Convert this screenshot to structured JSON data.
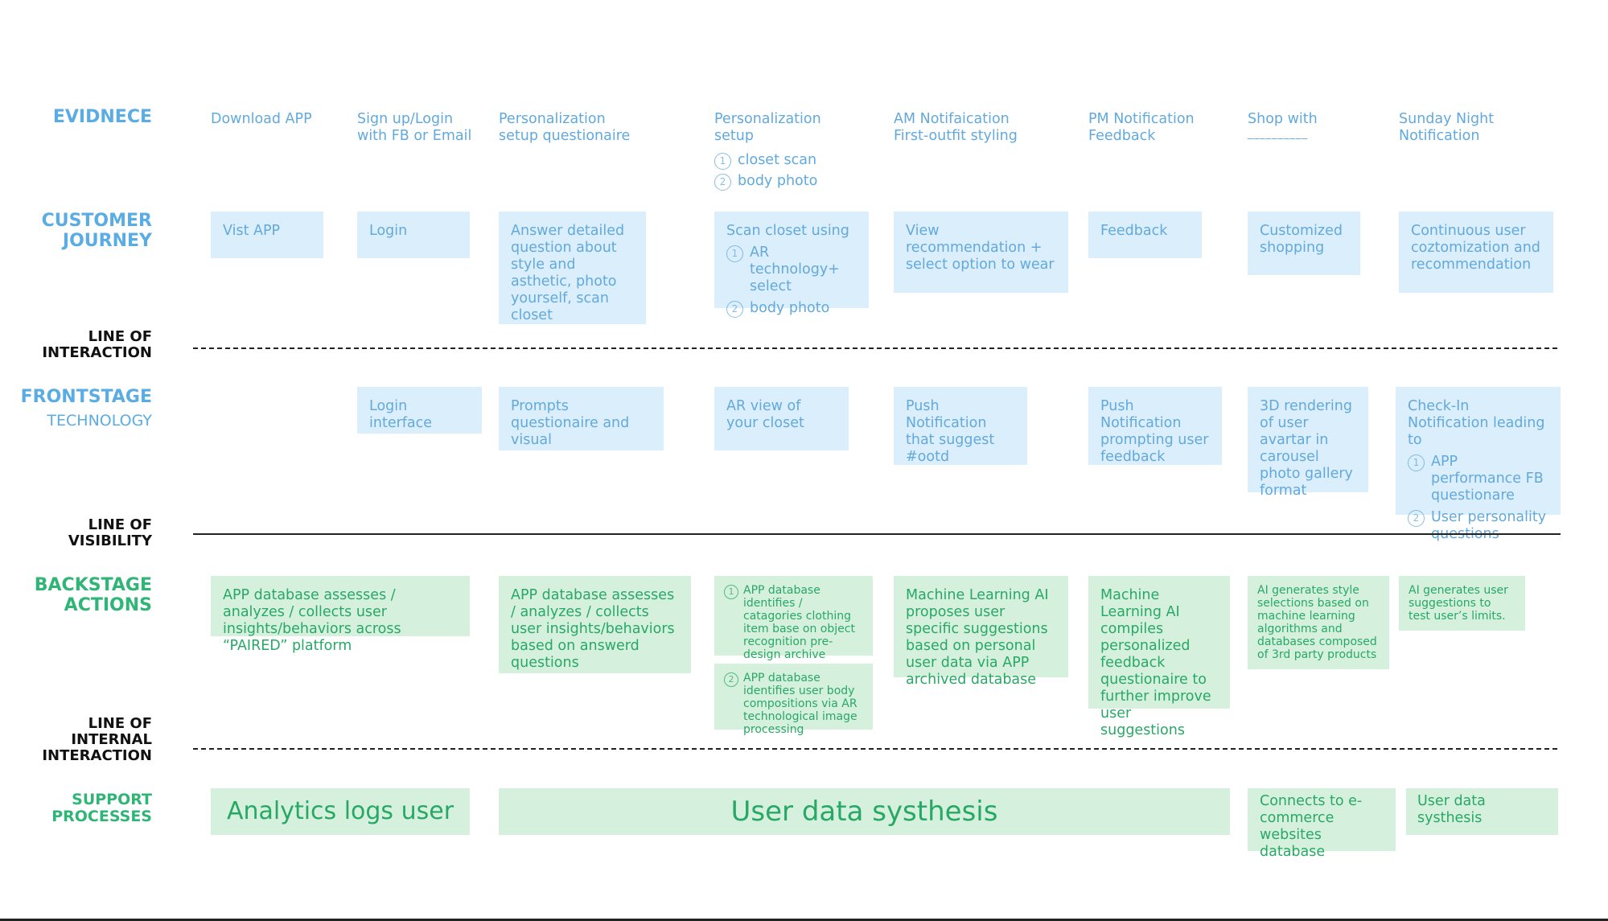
{
  "rows": {
    "evidence": "EVIDNECE",
    "customer_journey": [
      "CUSTOMER",
      "JOURNEY"
    ],
    "line_of_interaction": [
      "LINE OF",
      "INTERACTION"
    ],
    "frontstage": "FRONTSTAGE",
    "technology": "TECHNOLOGY",
    "line_of_visibility": [
      "LINE OF",
      "VISIBILITY"
    ],
    "backstage": [
      "BACKSTAGE",
      "ACTIONS"
    ],
    "line_of_internal": [
      "LINE OF",
      "INTERNAL",
      "INTERACTION"
    ],
    "support": [
      "SUPPORT",
      "PROCESSES"
    ]
  },
  "evidence": [
    {
      "lines": [
        "Download APP"
      ]
    },
    {
      "lines": [
        "Sign up/Login",
        "with FB or Email"
      ]
    },
    {
      "lines": [
        "Personalization",
        "setup questionaire"
      ]
    },
    {
      "lines": [
        "Personalization",
        "setup"
      ],
      "items": [
        "closet scan",
        "body photo"
      ]
    },
    {
      "lines": [
        "AM Notifaication",
        "First-outfit styling"
      ]
    },
    {
      "lines": [
        "PM Notification",
        "Feedback"
      ]
    },
    {
      "lines": [
        "Shop with",
        "__________"
      ]
    },
    {
      "lines": [
        "Sunday Night",
        "Notification"
      ]
    }
  ],
  "journey": [
    {
      "text": "Vist APP"
    },
    {
      "text": "Login"
    },
    {
      "text": "Answer detailed question about style and asthetic, photo yourself, scan closet"
    },
    {
      "text": "Scan closet using",
      "items": [
        "AR technology+ select",
        "body photo"
      ]
    },
    {
      "text": "View recommendation + select option to wear"
    },
    {
      "text": "Feedback"
    },
    {
      "text": "Customized shopping"
    },
    {
      "text": "Continuous user coztomization and recommendation"
    }
  ],
  "frontstage": [
    {
      "text": "Login interface"
    },
    {
      "text": "Prompts questionaire and visual"
    },
    {
      "text": "AR view of your closet"
    },
    {
      "text": "Push Notification that suggest #ootd"
    },
    {
      "text": "Push Notification prompting user feedback"
    },
    {
      "text": "3D rendering of user avartar in carousel photo gallery format"
    },
    {
      "text": "Check-In Notification leading to",
      "items": [
        "APP performance FB questionare",
        "User personality questions"
      ]
    }
  ],
  "backstage": [
    {
      "text": "APP database assesses / analyzes / collects user insights/behaviors across “PAIRED” platform"
    },
    {
      "text": "APP database assesses / analyzes / collects user insights/behaviors based on answerd questions"
    },
    {
      "text": "APP database identifies / catagories clothing item base on object recognition pre-design archive"
    },
    {
      "text": "APP database identifies user body compositions via AR technological image processing"
    },
    {
      "text": "Machine Learning AI proposes user specific suggestions based on personal user data via APP archived database"
    },
    {
      "text": "Machine Learning AI compiles personalized feedback questionaire to further improve user suggestions"
    },
    {
      "text": "AI generates style selections based on machine learning algorithms and databases composed of 3rd party products"
    },
    {
      "text": "AI generates user suggestions to test user’s limits."
    }
  ],
  "support": [
    {
      "text": "Analytics logs user"
    },
    {
      "text": "User data systhesis"
    },
    {
      "text": "Connects to e-commerce websites database"
    },
    {
      "text": "User data systhesis"
    }
  ],
  "colors": {
    "blue_text": "#63a9dc",
    "blue_card": "#dbeefb",
    "green_text": "#28a865",
    "green_card": "#d6f0de",
    "line": "#222222"
  }
}
